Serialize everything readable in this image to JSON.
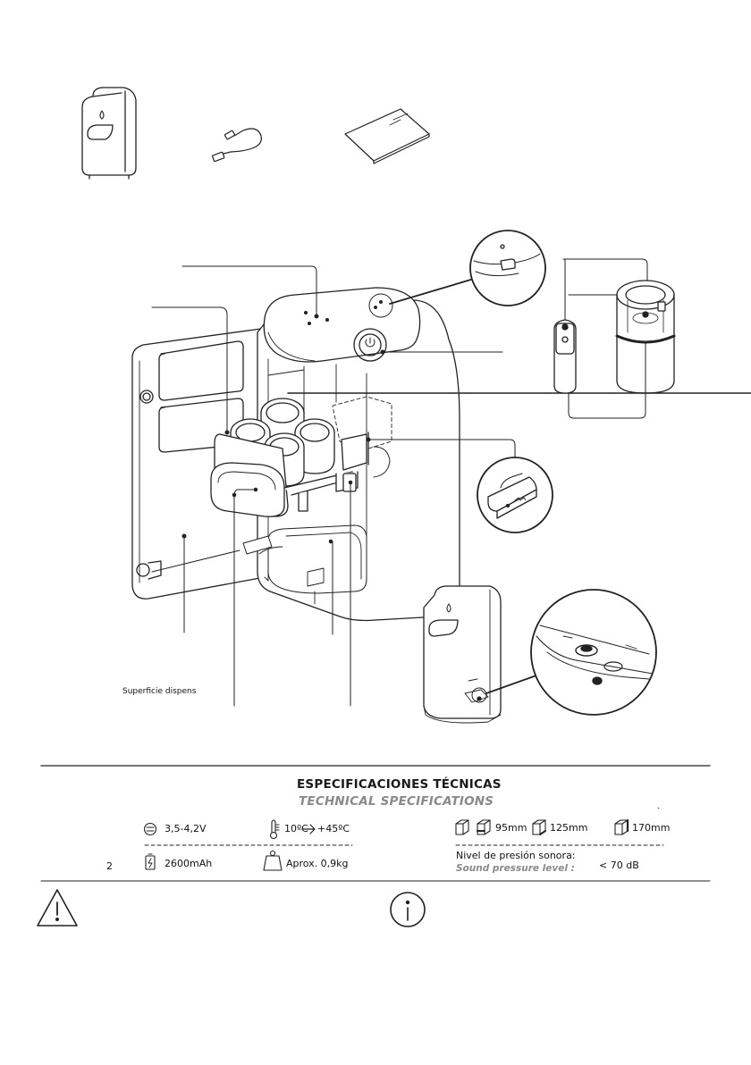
{
  "labels": {
    "dispense_surface": "Superficie dispens"
  },
  "specs": {
    "title_es": "ESPECIFICACIONES TÉCNICAS",
    "title_en": "TECHNICAL SPECIFICATIONS",
    "voltage": "3,5-4,2V",
    "temp_from": "10ºC",
    "temp_to": "+45ºC",
    "battery": "2600mAh",
    "weight": "Aprox. 0,9kg",
    "dim_1": "95mm",
    "dim_2": "125mm",
    "dim_3": "170mm",
    "noise_es": "Nivel de presión sonora:",
    "noise_en": "Sound pressure level :",
    "noise_value": "< 70 dB"
  },
  "page_number": "2",
  "icons": [
    "voltage-icon",
    "thermometer-icon",
    "battery-icon",
    "weight-icon",
    "cube-icon",
    "warning-icon",
    "info-icon"
  ]
}
